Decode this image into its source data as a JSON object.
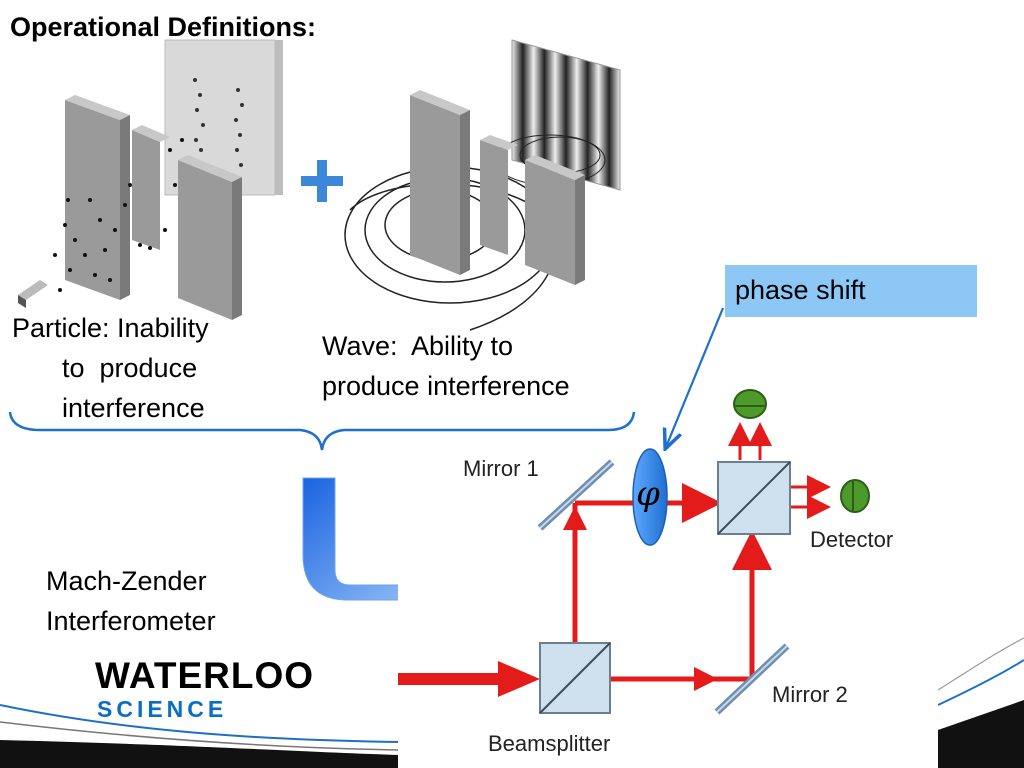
{
  "slide": {
    "title": "Operational Definitions:",
    "particle_caption": [
      "Particle:  Inability",
      "to  produce",
      "interference"
    ],
    "wave_caption": [
      "Wave:  Ability to",
      "produce interference"
    ],
    "mz_caption": [
      "Mach-Zender",
      "Interferometer"
    ],
    "phase_label": "phase shift",
    "phase_symbol": "φ",
    "logo": {
      "line1": "WATERLOO",
      "line2": "SCIENCE"
    }
  },
  "interferometer": {
    "mirror1": "Mirror 1",
    "mirror2": "Mirror 2",
    "detector": "Detector",
    "beamsplitter": "Beamsplitter"
  },
  "colors": {
    "beam": "#e31b1b",
    "accent_blue": "#1f6fd1",
    "phase_box": "#8cc7f5",
    "detector_green": "#4b9a2a",
    "logo_blue": "#0a6fc2"
  }
}
